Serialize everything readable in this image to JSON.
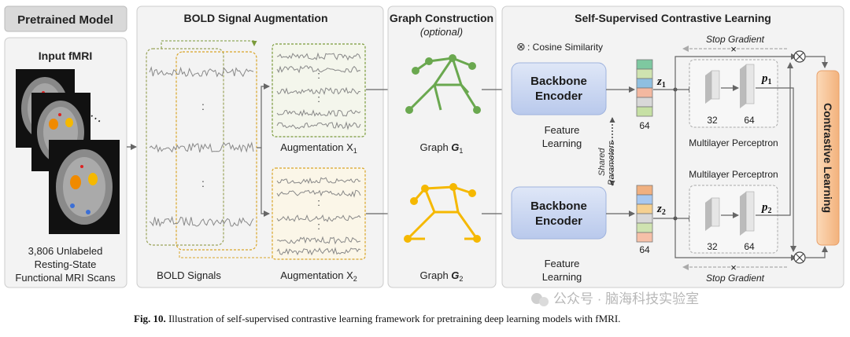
{
  "pretrained": {
    "title": "Pretrained Model",
    "input_title": "Input fMRI",
    "ellipsis": "…",
    "caption_line1": "3,806 Unlabeled",
    "caption_line2": "Resting-State",
    "caption_line3": "Functional MRI Scans"
  },
  "bold": {
    "title": "BOLD Signal Augmentation",
    "signals_label": "BOLD Signals",
    "aug1_label": "Augmentation X",
    "aug1_sub": "1",
    "aug2_label": "Augmentation X",
    "aug2_sub": "2",
    "dots": ":"
  },
  "graph": {
    "title": "Graph Construction",
    "subtitle": "(optional)",
    "g1_label": "Graph ",
    "g1_var": "G",
    "g1_sub": "1",
    "g2_label": "Graph ",
    "g2_var": "G",
    "g2_sub": "2"
  },
  "contrastive": {
    "title": "Self-Supervised Contrastive Learning",
    "cosine_symbol": "⊗",
    "cosine_label": ": Cosine Similarity",
    "encoder_line1": "Backbone",
    "encoder_line2": "Encoder",
    "feature_line1": "Feature",
    "feature_line2": "Learning",
    "shared_line1": "Shared",
    "shared_line2": "Parameters",
    "dim_64": "64",
    "z1": "z",
    "z1_sub": "1",
    "z2": "z",
    "z2_sub": "2",
    "p1": "p",
    "p1_sub": "1",
    "p2": "p",
    "p2_sub": "2",
    "mlp_32": "32",
    "mlp_64": "64",
    "mlp_label": "Multilayer Perceptron",
    "stop_gradient": "Stop Gradient",
    "cross": "×",
    "otimes": "⊗",
    "contrastive_learning": "Contrastive Learning"
  },
  "caption": {
    "fig": "Fig. 10.",
    "text": "Illustration of self-supervised contrastive learning framework for pretraining deep learning models with fMRI."
  },
  "watermark": {
    "text": "公众号 · 脑海科技实验室"
  },
  "colors": {
    "graph_green": "#6aa84f",
    "graph_yellow": "#f5b800",
    "aug1_dash": "#7a9a3a",
    "aug2_dash": "#d9a528",
    "encoder_fill": "#c9d6f0",
    "contrastive_fill": "#f6c79b"
  }
}
